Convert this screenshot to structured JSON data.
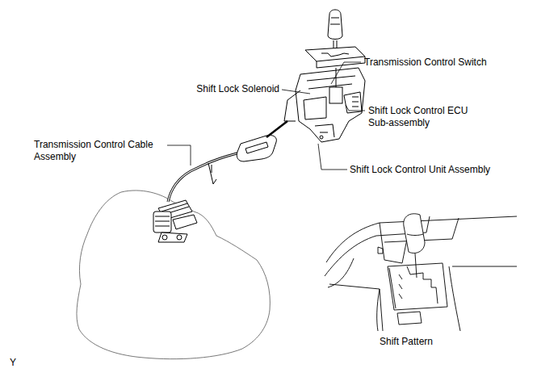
{
  "diagram": {
    "labels": [
      "Transmission Control Switch",
      "Shift Lock Solenoid",
      "Shift Lock Control ECU Sub-assembly",
      "Transmission Control Cable Assembly",
      "Shift Lock Control Unit Assembly",
      "Shift Pattern",
      "Y"
    ]
  }
}
